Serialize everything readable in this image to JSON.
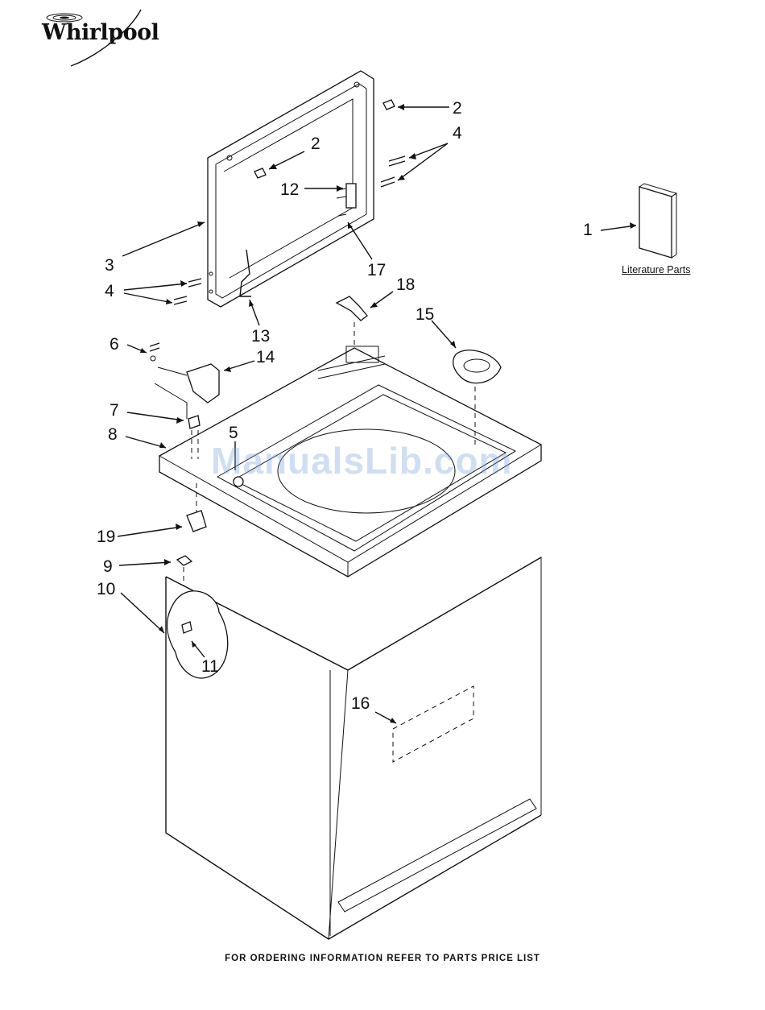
{
  "brand": {
    "name": "Whirlpool"
  },
  "literature": {
    "label": "Literature Parts"
  },
  "watermark": {
    "text": "ManualsLib.com"
  },
  "footer": {
    "text": "FOR ORDERING INFORMATION REFER TO PARTS PRICE LIST"
  },
  "callouts": {
    "c1": "1",
    "c2a": "2",
    "c2b": "2",
    "c3": "3",
    "c4a": "4",
    "c4b": "4",
    "c5": "5",
    "c6": "6",
    "c7": "7",
    "c8": "8",
    "c9": "9",
    "c10": "10",
    "c11": "11",
    "c12": "12",
    "c13": "13",
    "c14": "14",
    "c15": "15",
    "c16": "16",
    "c17": "17",
    "c18": "18",
    "c19": "19"
  }
}
